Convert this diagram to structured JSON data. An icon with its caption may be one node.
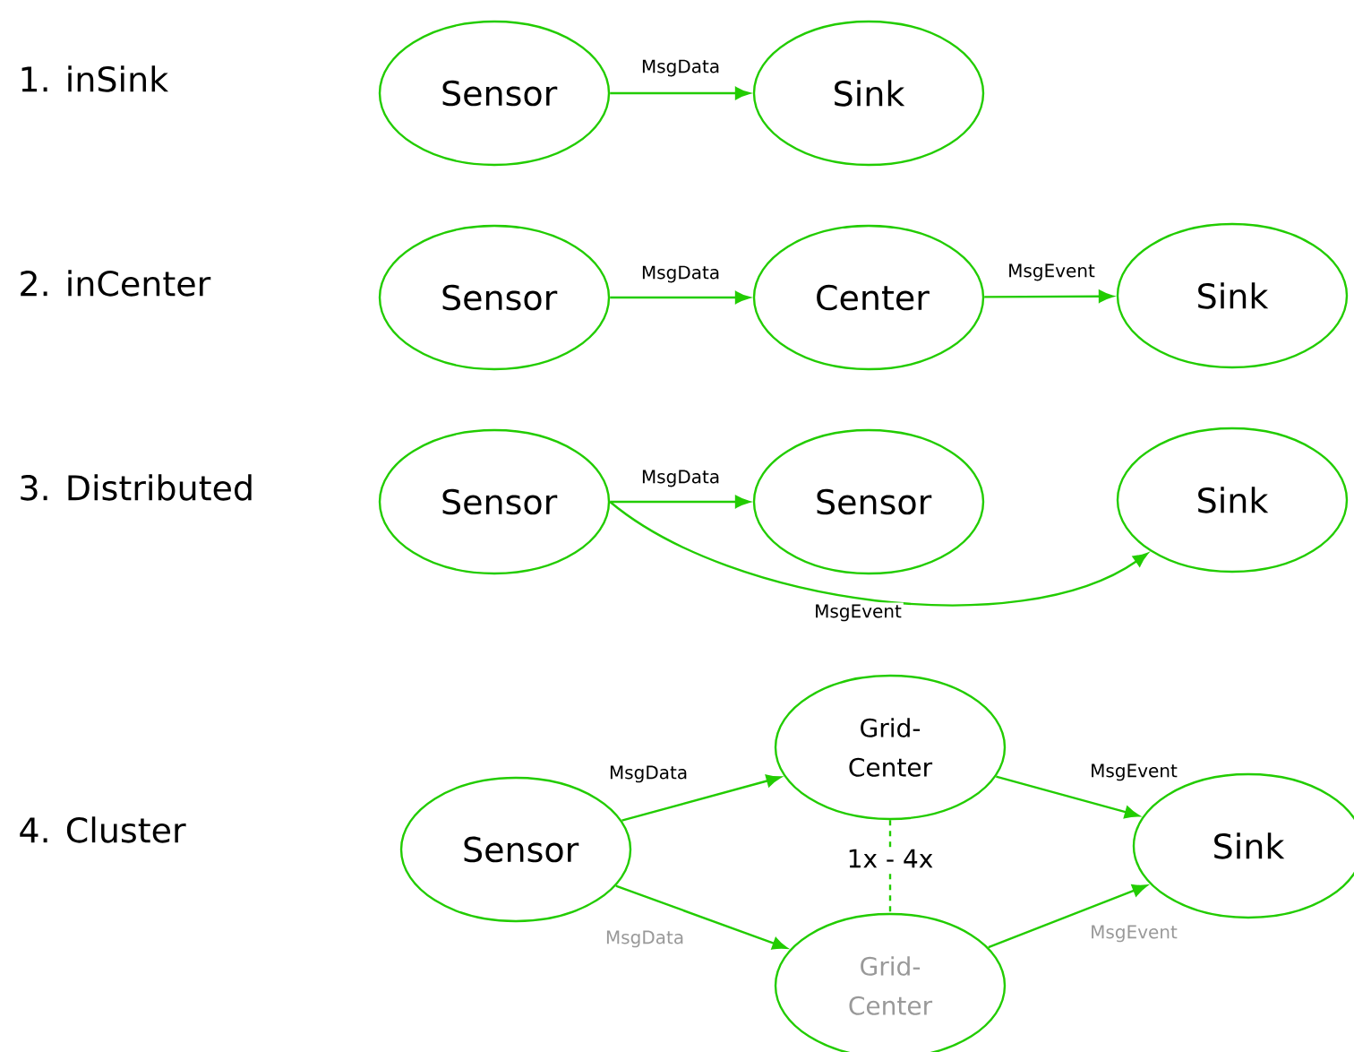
{
  "diagram": {
    "nodes": [
      {
        "text": [
          "Sensor"
        ]
      },
      {
        "text": [
          "Sink"
        ]
      },
      {
        "text": [
          "Sensor"
        ]
      },
      {
        "text": [
          "Center"
        ]
      },
      {
        "text": [
          "Sink"
        ]
      },
      {
        "text": [
          "Sensor"
        ]
      },
      {
        "text": [
          "Sensor"
        ]
      },
      {
        "text": [
          "Sink"
        ]
      },
      {
        "text": [
          "Sensor"
        ]
      },
      {
        "text": [
          "Grid- Center"
        ]
      },
      {
        "text": [
          "Grid- Center"
        ]
      },
      {
        "text": [
          "Sink"
        ]
      }
    ],
    "edges": [
      {
        "from": 0,
        "to": 1,
        "arrow": "to",
        "label": "MsgData"
      },
      {
        "from": 2,
        "to": 3,
        "arrow": "to",
        "label": "MsgData"
      },
      {
        "from": 3,
        "to": 4,
        "arrow": "to",
        "label": "MsgEvent"
      },
      {
        "from": 5,
        "to": 6,
        "arrow": "to",
        "label": "MsgData"
      },
      {
        "from": 5,
        "to": 7,
        "arrow": "to",
        "label": "MsgEvent"
      },
      {
        "from": 8,
        "to": 9,
        "arrow": "to",
        "label": "MsgData"
      },
      {
        "from": 8,
        "to": 10,
        "arrow": "to",
        "label": "MsgData"
      },
      {
        "from": 9,
        "to": 11,
        "arrow": "to",
        "label": "MsgEvent"
      },
      {
        "from": 10,
        "to": 11,
        "arrow": "to",
        "label": "MsgEvent"
      },
      {
        "from": 9,
        "to": 10,
        "arrow": "none",
        "style": "dashed",
        "label": "1x - 4x"
      }
    ],
    "labels": [
      "1. inSink",
      "2. inCenter",
      "3. Distributed",
      "4. Cluster"
    ]
  }
}
